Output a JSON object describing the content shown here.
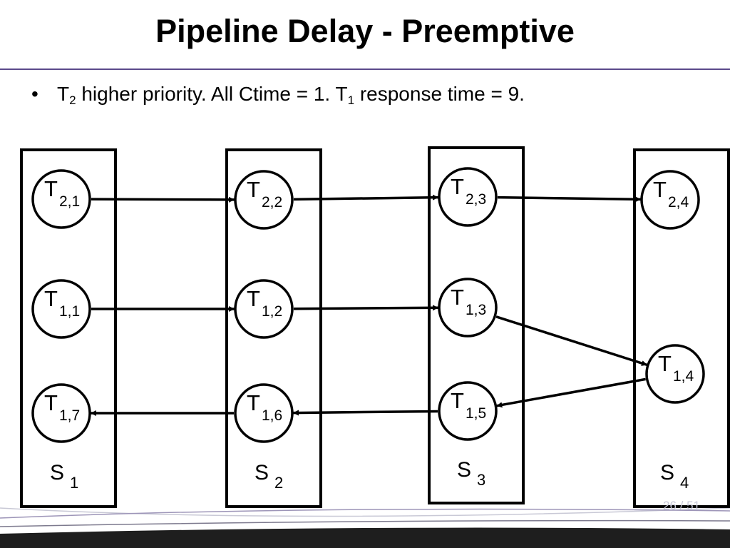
{
  "slide": {
    "title": "Pipeline Delay - Preemptive",
    "bullet": {
      "t2_letter": "T",
      "t2_sub": "2",
      "mid_text": " higher priority. All Ctime = 1. ",
      "t1_letter": "T",
      "t1_sub": "1",
      "end_text": " response time = 9."
    },
    "page_number": "26 / 51"
  },
  "diagram": {
    "stages": [
      {
        "letter": "S",
        "num": "1"
      },
      {
        "letter": "S",
        "num": "2"
      },
      {
        "letter": "S",
        "num": "3"
      },
      {
        "letter": "S",
        "num": "4"
      }
    ],
    "nodes": [
      {
        "id": "t21",
        "letter": "T",
        "sub": "2,1"
      },
      {
        "id": "t22",
        "letter": "T",
        "sub": "2,2"
      },
      {
        "id": "t23",
        "letter": "T",
        "sub": "2,3"
      },
      {
        "id": "t24",
        "letter": "T",
        "sub": "2,4"
      },
      {
        "id": "t11",
        "letter": "T",
        "sub": "1,1"
      },
      {
        "id": "t12",
        "letter": "T",
        "sub": "1,2"
      },
      {
        "id": "t13",
        "letter": "T",
        "sub": "1,3"
      },
      {
        "id": "t14",
        "letter": "T",
        "sub": "1,4"
      },
      {
        "id": "t15",
        "letter": "T",
        "sub": "1,5"
      },
      {
        "id": "t16",
        "letter": "T",
        "sub": "1,6"
      },
      {
        "id": "t17",
        "letter": "T",
        "sub": "1,7"
      }
    ],
    "edges": [
      {
        "from": "t21",
        "to": "t22"
      },
      {
        "from": "t22",
        "to": "t23"
      },
      {
        "from": "t23",
        "to": "t24"
      },
      {
        "from": "t11",
        "to": "t12"
      },
      {
        "from": "t12",
        "to": "t13"
      },
      {
        "from": "t13",
        "to": "t14"
      },
      {
        "from": "t14",
        "to": "t15"
      },
      {
        "from": "t15",
        "to": "t16"
      },
      {
        "from": "t16",
        "to": "t17"
      }
    ]
  }
}
